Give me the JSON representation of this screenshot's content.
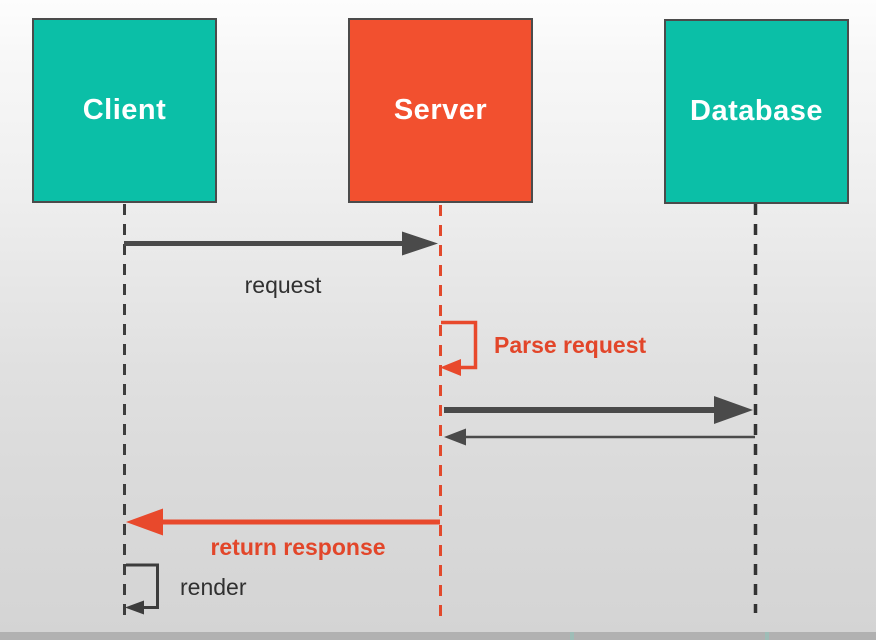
{
  "diagram": {
    "type": "sequence",
    "actors": [
      {
        "id": "client",
        "label": "Client",
        "fill": "#0bbfa7",
        "lifeline_color": "#3d3d3d",
        "lifeline_style": "dashed"
      },
      {
        "id": "server",
        "label": "Server",
        "fill": "#f2502f",
        "lifeline_color": "#e2492c",
        "lifeline_style": "dashed"
      },
      {
        "id": "database",
        "label": "Database",
        "fill": "#0bbfa7",
        "lifeline_color": "#333333",
        "lifeline_style": "dashed"
      }
    ],
    "messages": [
      {
        "from": "client",
        "to": "server",
        "label": "request",
        "color": "#4a4a4a",
        "style": "thick-solid"
      },
      {
        "from": "server",
        "to": "server",
        "label": "Parse request",
        "color": "#e2462a",
        "style": "self-loop"
      },
      {
        "from": "server",
        "to": "database",
        "label": "",
        "color": "#4a4a4a",
        "style": "thick-solid"
      },
      {
        "from": "database",
        "to": "server",
        "label": "",
        "color": "#4a4a4a",
        "style": "thin-solid"
      },
      {
        "from": "server",
        "to": "client",
        "label": "return response",
        "color": "#e2462a",
        "style": "thick-solid"
      },
      {
        "from": "client",
        "to": "client",
        "label": "render",
        "color": "#3c3c3c",
        "style": "self-loop"
      }
    ],
    "colors": {
      "teal": "#0bbfa7",
      "orange_red": "#f2502f",
      "arrow_red": "#e8492c",
      "arrow_dark": "#4a4a4a",
      "label_dark": "#303030",
      "background_top": "#fdfdfd",
      "background_bottom": "#d4d4d4",
      "bottom_bar": "#b1b1b1",
      "box_text": "#ffffff"
    }
  }
}
